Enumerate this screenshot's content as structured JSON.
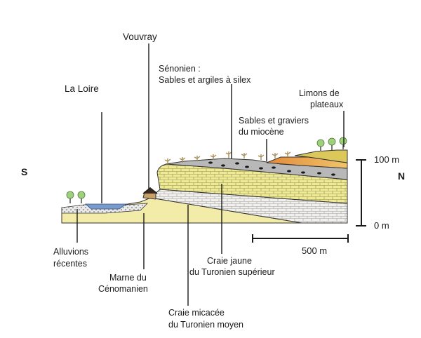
{
  "directions": {
    "south": "S",
    "north": "N"
  },
  "labels": {
    "vouvray": "Vouvray",
    "loire": "La Loire",
    "senonien_1": "Sénonien :",
    "senonien_2": "Sables et argiles à silex",
    "limons_1": "Limons de",
    "limons_2": "plateaux",
    "sables_1": "Sables et graviers",
    "sables_2": "du miocène",
    "alluvions_1": "Alluvions",
    "alluvions_2": "récentes",
    "marne_1": "Marne du",
    "marne_2": "Cénomanien",
    "craie_jaune_1": "Craie jaune",
    "craie_jaune_2": "du Turonien supérieur",
    "craie_micacee_1": "Craie micacée",
    "craie_micacee_2": "du Turonien moyen"
  },
  "scales": {
    "elevation_top": "100 m",
    "elevation_bottom": "0 m",
    "distance": "500 m"
  },
  "colors": {
    "marne": "#f3eba8",
    "craie_jaune": "#efea94",
    "craie_micacee": "#f1f0ec",
    "senonien": "#b8b8b8",
    "miocene": "#e39a3c",
    "limons": "#dcc75a",
    "alluvions": "#e9e9e9",
    "river": "#7a9ccc",
    "tree": "#9fd07a",
    "vine": "#a88f5a"
  }
}
